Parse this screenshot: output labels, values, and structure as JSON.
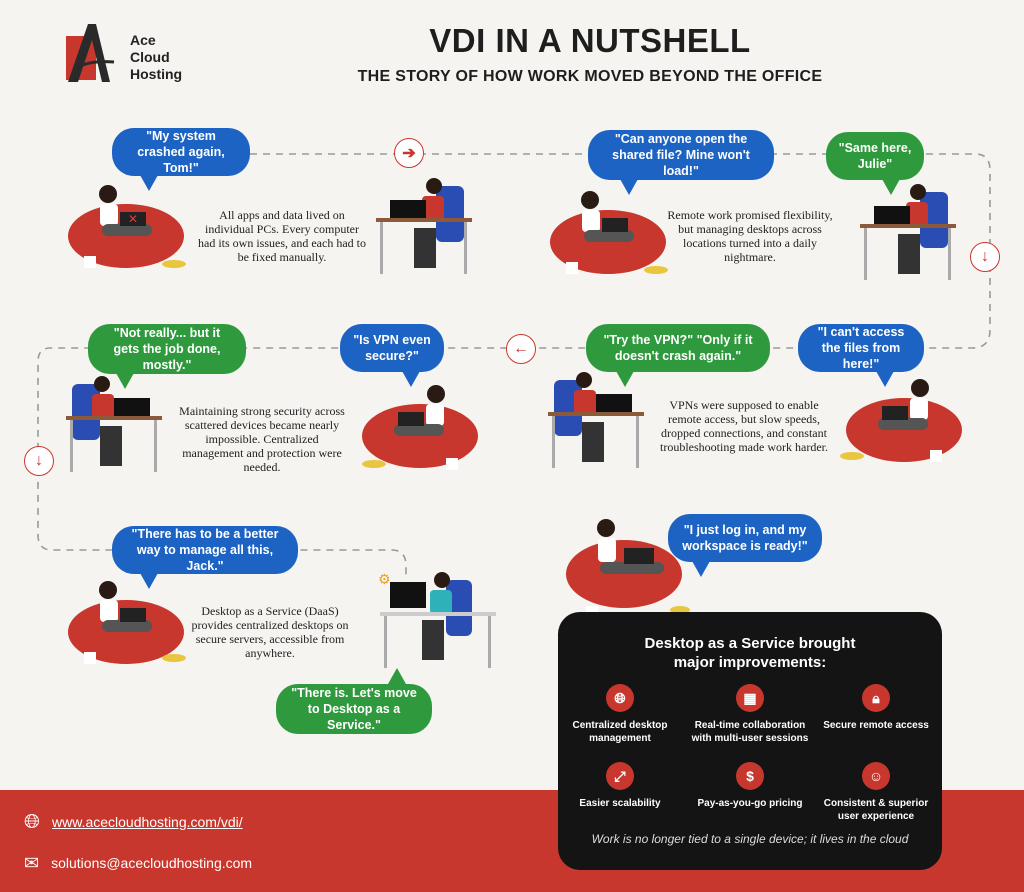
{
  "brand": {
    "name_line1": "Ace",
    "name_line2": "Cloud",
    "name_line3": "Hosting"
  },
  "header": {
    "title": "VDI IN A NUTSHELL",
    "subtitle": "THE STORY OF HOW  WORK MOVED BEYOND THE OFFICE"
  },
  "colors": {
    "accent": "#c8372d",
    "blue_bubble": "#1d63c3",
    "green_bubble": "#2f9a3d",
    "panel": "#141414"
  },
  "scenes": {
    "s1": {
      "woman_says": "\"My system crashed again, Tom!\"",
      "desc": "All apps and data lived on individual PCs. Every computer had its own issues, and each had to be fixed manually."
    },
    "s2": {
      "woman_says": "\"Can anyone open the shared file? Mine won't load!\"",
      "man_says": "\"Same here, Julie\"",
      "desc": "Remote work promised flexibility, but managing desktops across locations turned into a daily nightmare."
    },
    "s3": {
      "woman_says": "\"I can't access the files from here!\"",
      "man_says": "\"Try the VPN?\" \"Only if it doesn't crash again.\"",
      "desc": "VPNs were supposed to enable remote access, but slow speeds, dropped connections, and constant troubleshooting made work harder."
    },
    "s4": {
      "woman_says": "\"Is VPN even secure?\"",
      "man_says": "\"Not really... but it gets the job done, mostly.\"",
      "desc": "Maintaining strong security across scattered devices became nearly impossible. Centralized management and protection were needed."
    },
    "s5": {
      "woman_says": "\"There has to be a better way to manage all this, Jack.\"",
      "man_says": "\"There is. Let's move to Desktop as a Service.\"",
      "desc": "Desktop as a Service (DaaS) provides centralized desktops on secure servers, accessible from anywhere."
    },
    "s6": {
      "woman_says": "\"I just log in, and my workspace is ready!\""
    }
  },
  "panel": {
    "title": "Desktop as a Service brought major improvements:",
    "features": [
      {
        "label": "Centralized desktop management",
        "icon": "network-icon"
      },
      {
        "label": "Real-time collaboration with multi-user sessions",
        "icon": "collaboration-icon"
      },
      {
        "label": "Secure remote access",
        "icon": "secure-access-icon"
      },
      {
        "label": "Easier scalability",
        "icon": "scalability-icon"
      },
      {
        "label": "Pay-as-you-go pricing",
        "icon": "pricing-icon"
      },
      {
        "label": "Consistent & superior user experience",
        "icon": "user-experience-icon"
      }
    ],
    "footer": "Work is no longer tied to a single device; it lives in the cloud"
  },
  "footer": {
    "website": "www.acecloudhosting.com/vdi/",
    "email": "solutions@acecloudhosting.com"
  }
}
